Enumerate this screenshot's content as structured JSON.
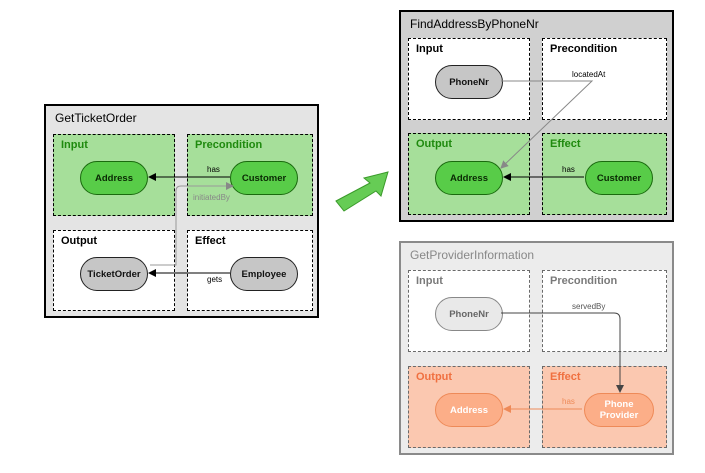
{
  "services": {
    "ticket": {
      "title": "GetTicketOrder",
      "input_label": "Input",
      "precondition_label": "Precondition",
      "output_label": "Output",
      "effect_label": "Effect",
      "nodes": {
        "address": "Address",
        "customer": "Customer",
        "ticket_order": "TicketOrder",
        "employee": "Employee"
      },
      "edges": {
        "has": "has",
        "initiated_by": "initiatedBy",
        "gets": "gets"
      }
    },
    "find_address": {
      "title": "FindAddressByPhoneNr",
      "input_label": "Input",
      "precondition_label": "Precondition",
      "output_label": "Output",
      "effect_label": "Effect",
      "nodes": {
        "phone_nr": "PhoneNr",
        "address": "Address",
        "customer": "Customer"
      },
      "edges": {
        "located_at": "locatedAt",
        "has": "has"
      }
    },
    "provider_info": {
      "title": "GetProviderInformation",
      "input_label": "Input",
      "precondition_label": "Precondition",
      "output_label": "Output",
      "effect_label": "Effect",
      "nodes": {
        "phone_nr": "PhoneNr",
        "address": "Address",
        "phone_provider": "Phone Provider"
      },
      "edges": {
        "served_by": "servedBy",
        "has": "has"
      }
    }
  },
  "colors": {
    "quadrant_green": "#a6df9a",
    "node_green": "#58cc48",
    "node_gray": "#c6c6c6",
    "quadrant_orange": "#fbc8b0",
    "node_orange": "#fcae88",
    "arrow_green": "#66cc55"
  }
}
